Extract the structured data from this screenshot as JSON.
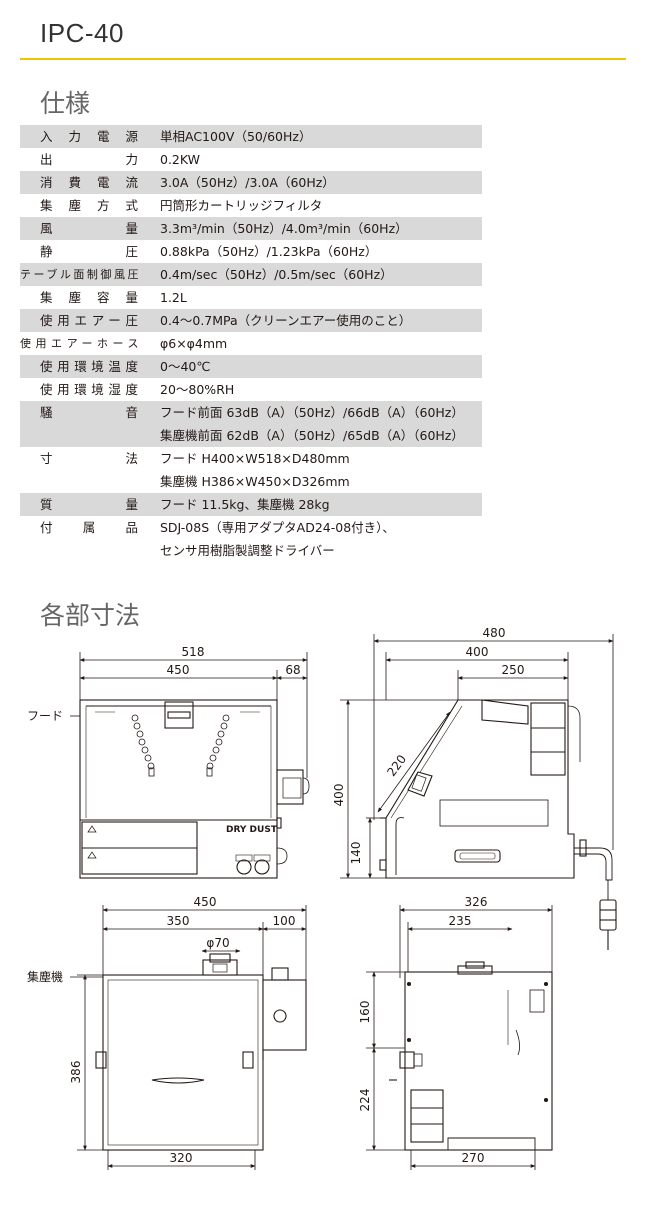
{
  "header": {
    "model": "IPC-40"
  },
  "spec": {
    "title": "仕様",
    "rows": [
      {
        "label": "入力電源",
        "values": [
          "単相AC100V（50/60Hz）"
        ]
      },
      {
        "label": "出力",
        "values": [
          "0.2KW"
        ]
      },
      {
        "label": "消費電流",
        "values": [
          "3.0A（50Hz）/3.0A（60Hz）"
        ]
      },
      {
        "label": "集塵方式",
        "values": [
          "円筒形カートリッジフィルタ"
        ]
      },
      {
        "label": "風量",
        "values": [
          "3.3m³/min（50Hz）/4.0m³/min（60Hz）"
        ]
      },
      {
        "label": "静圧",
        "values": [
          "0.88kPa（50Hz）/1.23kPa（60Hz）"
        ]
      },
      {
        "label": "テーブル面制御風圧",
        "values": [
          "0.4m/sec（50Hz）/0.5m/sec（60Hz）"
        ]
      },
      {
        "label": "集塵容量",
        "values": [
          "1.2L"
        ]
      },
      {
        "label": "使用エアー圧",
        "values": [
          "0.4〜0.7MPa（クリーンエアー使用のこと）"
        ]
      },
      {
        "label": "使用エアーホース",
        "values": [
          "φ6×φ4mm"
        ]
      },
      {
        "label": "使用環境温度",
        "values": [
          "0〜40℃"
        ]
      },
      {
        "label": "使用環境湿度",
        "values": [
          "20〜80%RH"
        ]
      },
      {
        "label": "騒音",
        "values": [
          "フード前面 63dB（A）（50Hz）/66dB（A）（60Hz）",
          "集塵機前面 62dB（A）（50Hz）/65dB（A）（60Hz）"
        ]
      },
      {
        "label": "寸法",
        "values": [
          "フード H400×W518×D480mm",
          "集塵機 H386×W450×D326mm"
        ]
      },
      {
        "label": "質量",
        "values": [
          "フード 11.5kg、集塵機 28kg"
        ]
      },
      {
        "label": "付属品",
        "values": [
          "SDJ-08S（専用アダプタAD24-08付き）、",
          "センサ用樹脂製調整ドライバー"
        ]
      }
    ]
  },
  "dims": {
    "title": "各部寸法",
    "hood_label": "フード",
    "collector_label": "集塵機",
    "brand_text": "DRY DUST",
    "hood_front": {
      "overall": "518",
      "main": "450",
      "side": "68"
    },
    "hood_side": {
      "depth": "480",
      "top": "400",
      "inner": "250",
      "height": "400",
      "base": "140",
      "diagonal": "220"
    },
    "collector_front": {
      "overall": "450",
      "main": "350",
      "side": "100",
      "port": "φ70",
      "height": "386",
      "base_width": "320"
    },
    "collector_side": {
      "depth": "326",
      "top": "235",
      "upper": "160",
      "lower": "224",
      "base_width": "270"
    }
  }
}
